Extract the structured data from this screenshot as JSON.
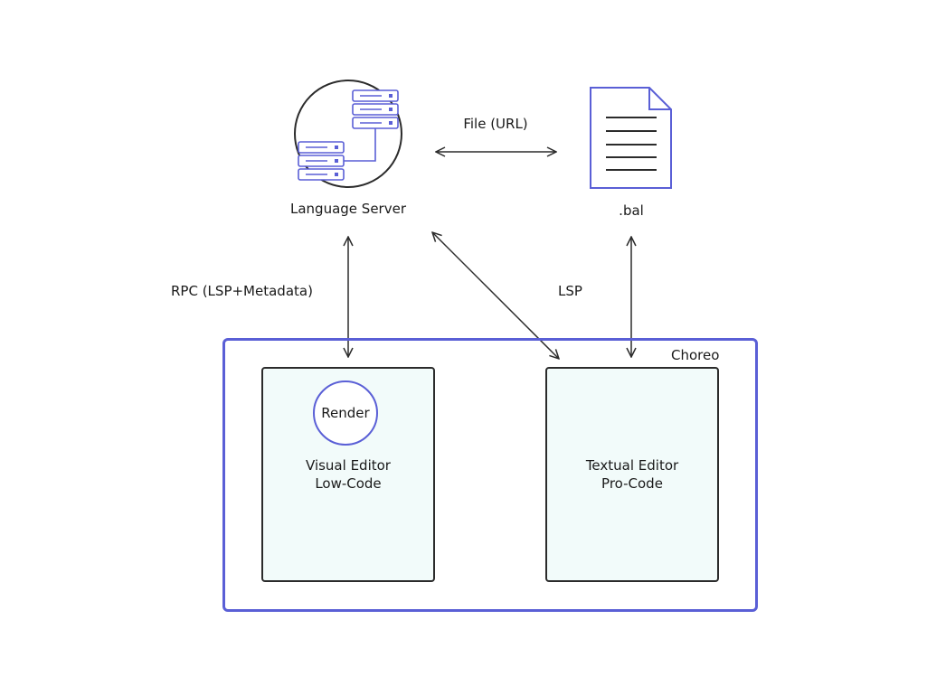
{
  "nodes": {
    "language_server": {
      "label": "Language Server"
    },
    "bal_file": {
      "label": ".bal"
    },
    "container": {
      "label": "Choreo"
    },
    "visual_editor": {
      "line1": "Visual Editor",
      "line2": "Low-Code",
      "badge": "Render"
    },
    "textual_editor": {
      "line1": "Textual Editor",
      "line2": "Pro-Code"
    }
  },
  "edges": {
    "file_url": {
      "label": "File (URL)"
    },
    "rpc": {
      "label": "RPC (LSP+Metadata)"
    },
    "lsp": {
      "label": "LSP"
    }
  },
  "icons": {
    "server": "server-stack-icon",
    "document": "document-icon"
  },
  "colors": {
    "accent": "#5a5fd6",
    "editor_fill": "#f2fbfa",
    "stroke": "#2b2b2b"
  }
}
